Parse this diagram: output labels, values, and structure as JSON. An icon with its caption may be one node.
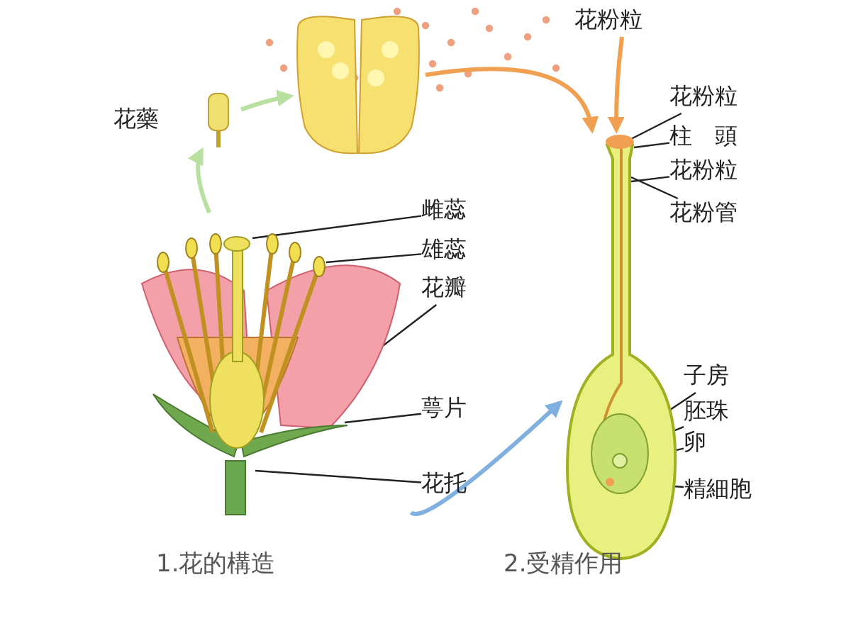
{
  "diagram": {
    "nodes": [
      {
        "text": [],
        "shape": "picture"
      },
      {
        "text": [],
        "shape": "picture",
        "beside": [
          "花藥"
        ]
      },
      {
        "text": [],
        "shape": "picture"
      },
      {
        "text": [],
        "shape": "picture"
      },
      {
        "text": [
          "花粉粒"
        ]
      },
      {
        "text": [
          "雌蕊"
        ]
      },
      {
        "text": [
          "雄蕊"
        ]
      },
      {
        "text": [
          "花瓣"
        ]
      },
      {
        "text": [
          "萼片"
        ]
      },
      {
        "text": [
          "花托"
        ]
      },
      {
        "text": [
          "花粉粒"
        ]
      },
      {
        "text": [
          "柱　頭"
        ]
      },
      {
        "text": [
          "花粉粒"
        ]
      },
      {
        "text": [
          "花粉管"
        ]
      },
      {
        "text": [
          "子房"
        ]
      },
      {
        "text": [
          "胚珠"
        ]
      },
      {
        "text": [
          "卵"
        ]
      },
      {
        "text": [
          "精細胞"
        ]
      }
    ],
    "edges": [
      {
        "from": 0,
        "to": 1,
        "arrow": "to",
        "color": "#b8e0a0",
        "style": "thick"
      },
      {
        "from": 1,
        "to": 2,
        "arrow": "to",
        "color": "#b8e0a0",
        "style": "thick"
      },
      {
        "from": 2,
        "to": 3,
        "arrow": "to",
        "color": "#f0a050",
        "style": "thick"
      },
      {
        "from": 4,
        "to": 3,
        "arrow": "to",
        "color": "#f0a050",
        "style": "thick"
      },
      {
        "from": 0,
        "to": 3,
        "arrow": "to",
        "color": "#80b0e0",
        "style": "thick"
      },
      {
        "from": 5,
        "to": 0,
        "arrow": "none"
      },
      {
        "from": 6,
        "to": 0,
        "arrow": "none"
      },
      {
        "from": 7,
        "to": 0,
        "arrow": "none"
      },
      {
        "from": 8,
        "to": 0,
        "arrow": "none"
      },
      {
        "from": 9,
        "to": 0,
        "arrow": "none"
      },
      {
        "from": 10,
        "to": 3,
        "arrow": "none"
      },
      {
        "from": 11,
        "to": 3,
        "arrow": "none"
      },
      {
        "from": 12,
        "to": 3,
        "arrow": "none"
      },
      {
        "from": 13,
        "to": 3,
        "arrow": "none"
      },
      {
        "from": 14,
        "to": 3,
        "arrow": "none"
      },
      {
        "from": 15,
        "to": 3,
        "arrow": "none"
      },
      {
        "from": 16,
        "to": 3,
        "arrow": "none"
      },
      {
        "from": 17,
        "to": 3,
        "arrow": "none"
      }
    ],
    "labels": [
      "1.花的構造",
      "2.受精作用"
    ]
  }
}
